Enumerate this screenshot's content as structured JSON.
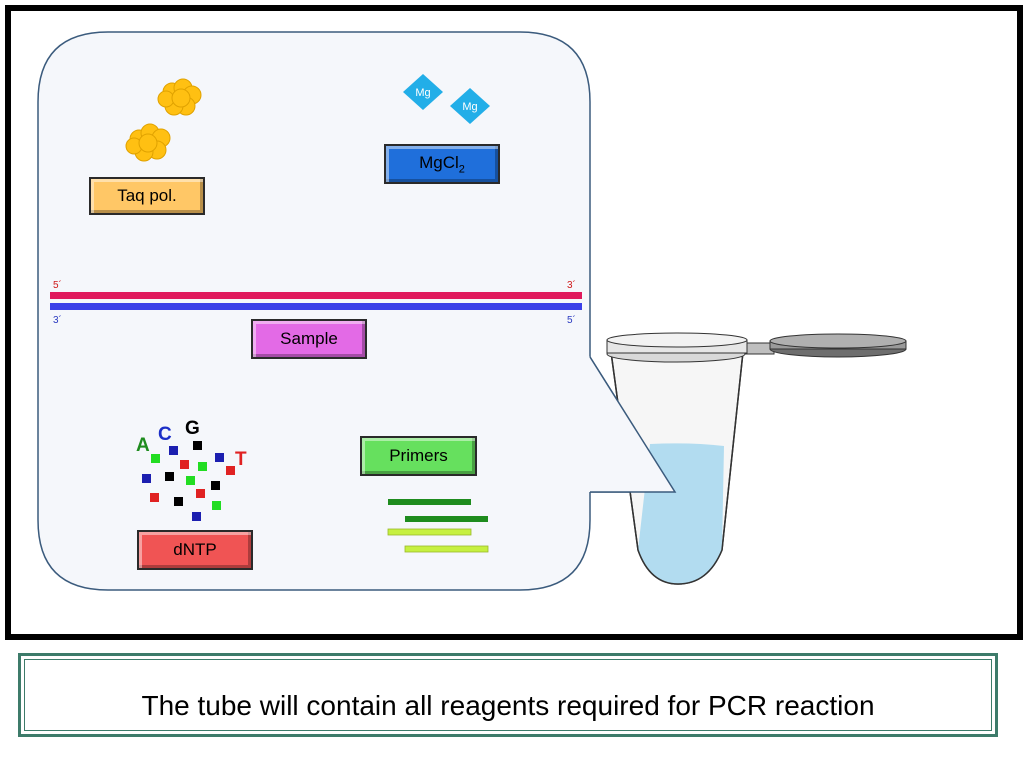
{
  "reagents": {
    "taq": "Taq pol.",
    "mgcl2_base": "MgCl",
    "mgcl2_sub": "2",
    "mg_ion": "Mg",
    "sample": "Sample",
    "primers": "Primers",
    "dntp": "dNTP"
  },
  "strand_labels": {
    "top_left": "5´",
    "top_right": "3´",
    "bottom_left": "3´",
    "bottom_right": "5´"
  },
  "bases": {
    "a": "A",
    "c": "C",
    "g": "G",
    "t": "T"
  },
  "caption": "The tube will contain all reagents required for PCR reaction",
  "colors": {
    "taq": "#ffc766",
    "mgcl2": "#1f6fdb",
    "sample": "#e36ae6",
    "primers": "#66e05e",
    "dntp": "#f05454",
    "strand_top": "#e0195d",
    "strand_bottom": "#3b3fe8",
    "mg_ion": "#22aee8",
    "enzyme": "#ffc012",
    "bubble_fill": "#f5f7fb",
    "bubble_stroke": "#3b5b7d",
    "liquid": "#b2dcf0"
  }
}
